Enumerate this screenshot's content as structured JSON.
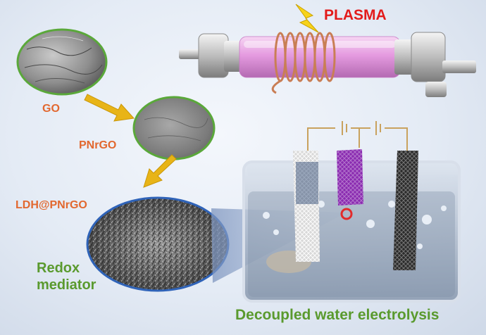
{
  "labels": {
    "plasma": "PLASMA",
    "go": "GO",
    "pnrgo": "PNrGO",
    "ldh_pnrgo": "LDH@PNrGO",
    "redox_line1": "Redox",
    "redox_line2": "mediator",
    "decoupled": "Decoupled water electrolysis"
  },
  "colors": {
    "label_orange": "#e2682f",
    "plasma_red": "#e31b1b",
    "label_green": "#5a9a2e",
    "arrow_gold": "#e8b417",
    "lightning_yellow": "#f7d31a",
    "tube_pink": "#e59be0",
    "coil_copper": "#c97e55",
    "tank_glass": "#aab8cc",
    "electrode_purple": "#8a2bb0"
  },
  "icons": [
    "lightning-bolt-icon",
    "plasma-tube",
    "coil",
    "electrolysis-tank",
    "magnify-cone"
  ]
}
